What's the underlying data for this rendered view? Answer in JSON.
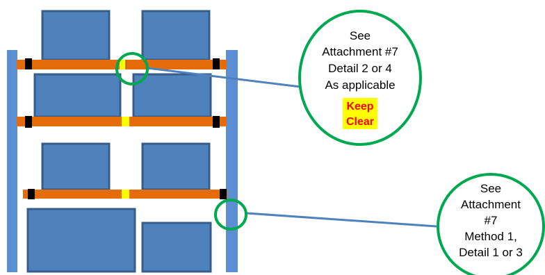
{
  "colors": {
    "upright": "#5b8fd1",
    "box_fill": "#4f81bd",
    "box_stroke": "#385d8a",
    "beam": "#e46c0a",
    "beam_bracket": "#000000",
    "safety_lock": "#ffff00",
    "highlight_circle": "#00a84f",
    "leader_line": "#4f81bd",
    "keep_clear_bg": "#ffff00",
    "keep_clear_text": "#ff0000"
  },
  "callout_top": {
    "lines": [
      "See",
      "Attachment #7",
      "Detail 2 or 4",
      "As applicable"
    ],
    "emphasis": [
      "Keep",
      "Clear"
    ]
  },
  "callout_bottom": {
    "lines": [
      "See",
      "Attachment",
      "#7",
      "Method 1,",
      "Detail 1 or 3"
    ]
  }
}
